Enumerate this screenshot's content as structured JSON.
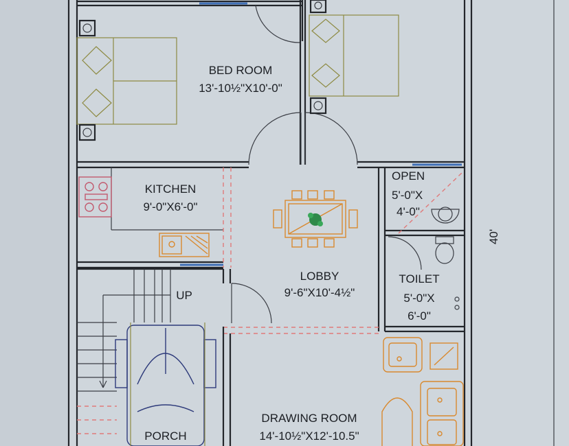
{
  "rooms": {
    "bed_room": {
      "name": "BED ROOM",
      "size": "13'-10½\"X10'-0\""
    },
    "kitchen": {
      "name": "KITCHEN",
      "size": "9'-0\"X6'-0\""
    },
    "open": {
      "name": "OPEN",
      "size_1": "5'-0\"X",
      "size_2": "4'-0\""
    },
    "lobby": {
      "name": "LOBBY",
      "size": "9'-6\"X10'-4½\""
    },
    "toilet": {
      "name": "TOILET",
      "size_1": "5'-0\"X",
      "size_2": "6'-0\""
    },
    "drawing_room": {
      "name": "DRAWING ROOM",
      "size": "14'-10½\"X12'-10.5\""
    },
    "porch": {
      "name": "PORCH"
    }
  },
  "stair": {
    "label": "UP"
  },
  "dimension": {
    "depth": "40'"
  },
  "colors": {
    "paper": "#cfd6dc",
    "walls": "#23262b",
    "door_dash": "#e07a7a",
    "furniture_orange": "#d9892e",
    "bed_olive": "#8d8a42",
    "car_navy": "#2d3a7a",
    "stove_pink": "#c25a6e",
    "window_blue": "#3f6fb6",
    "plant_green": "#2f8a4a"
  }
}
